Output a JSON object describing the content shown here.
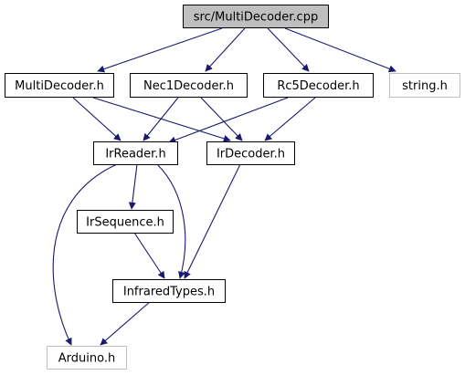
{
  "diagram": {
    "edge_color": "#191970",
    "main_fill": "#bfbfbf",
    "system_border": "#bfbfbf",
    "nodes": [
      {
        "id": "main",
        "label": "src/MultiDecoder.cpp",
        "kind": "main"
      },
      {
        "id": "multidecoder",
        "label": "MultiDecoder.h",
        "kind": "local"
      },
      {
        "id": "nec1",
        "label": "Nec1Decoder.h",
        "kind": "local"
      },
      {
        "id": "rc5",
        "label": "Rc5Decoder.h",
        "kind": "local"
      },
      {
        "id": "string",
        "label": "string.h",
        "kind": "system"
      },
      {
        "id": "irreader",
        "label": "IrReader.h",
        "kind": "local"
      },
      {
        "id": "irdecoder",
        "label": "IrDecoder.h",
        "kind": "local"
      },
      {
        "id": "irsequence",
        "label": "IrSequence.h",
        "kind": "local"
      },
      {
        "id": "infraredtypes",
        "label": "InfraredTypes.h",
        "kind": "local"
      },
      {
        "id": "arduino",
        "label": "Arduino.h",
        "kind": "system"
      }
    ],
    "edges": [
      {
        "from": "main",
        "to": "multidecoder"
      },
      {
        "from": "main",
        "to": "nec1"
      },
      {
        "from": "main",
        "to": "rc5"
      },
      {
        "from": "main",
        "to": "string"
      },
      {
        "from": "multidecoder",
        "to": "irreader"
      },
      {
        "from": "multidecoder",
        "to": "irdecoder"
      },
      {
        "from": "nec1",
        "to": "irreader"
      },
      {
        "from": "nec1",
        "to": "irdecoder"
      },
      {
        "from": "rc5",
        "to": "irreader"
      },
      {
        "from": "rc5",
        "to": "irdecoder"
      },
      {
        "from": "irreader",
        "to": "irsequence"
      },
      {
        "from": "irreader",
        "to": "infraredtypes"
      },
      {
        "from": "irreader",
        "to": "arduino"
      },
      {
        "from": "irdecoder",
        "to": "infraredtypes"
      },
      {
        "from": "irsequence",
        "to": "infraredtypes"
      },
      {
        "from": "infraredtypes",
        "to": "arduino"
      }
    ]
  }
}
